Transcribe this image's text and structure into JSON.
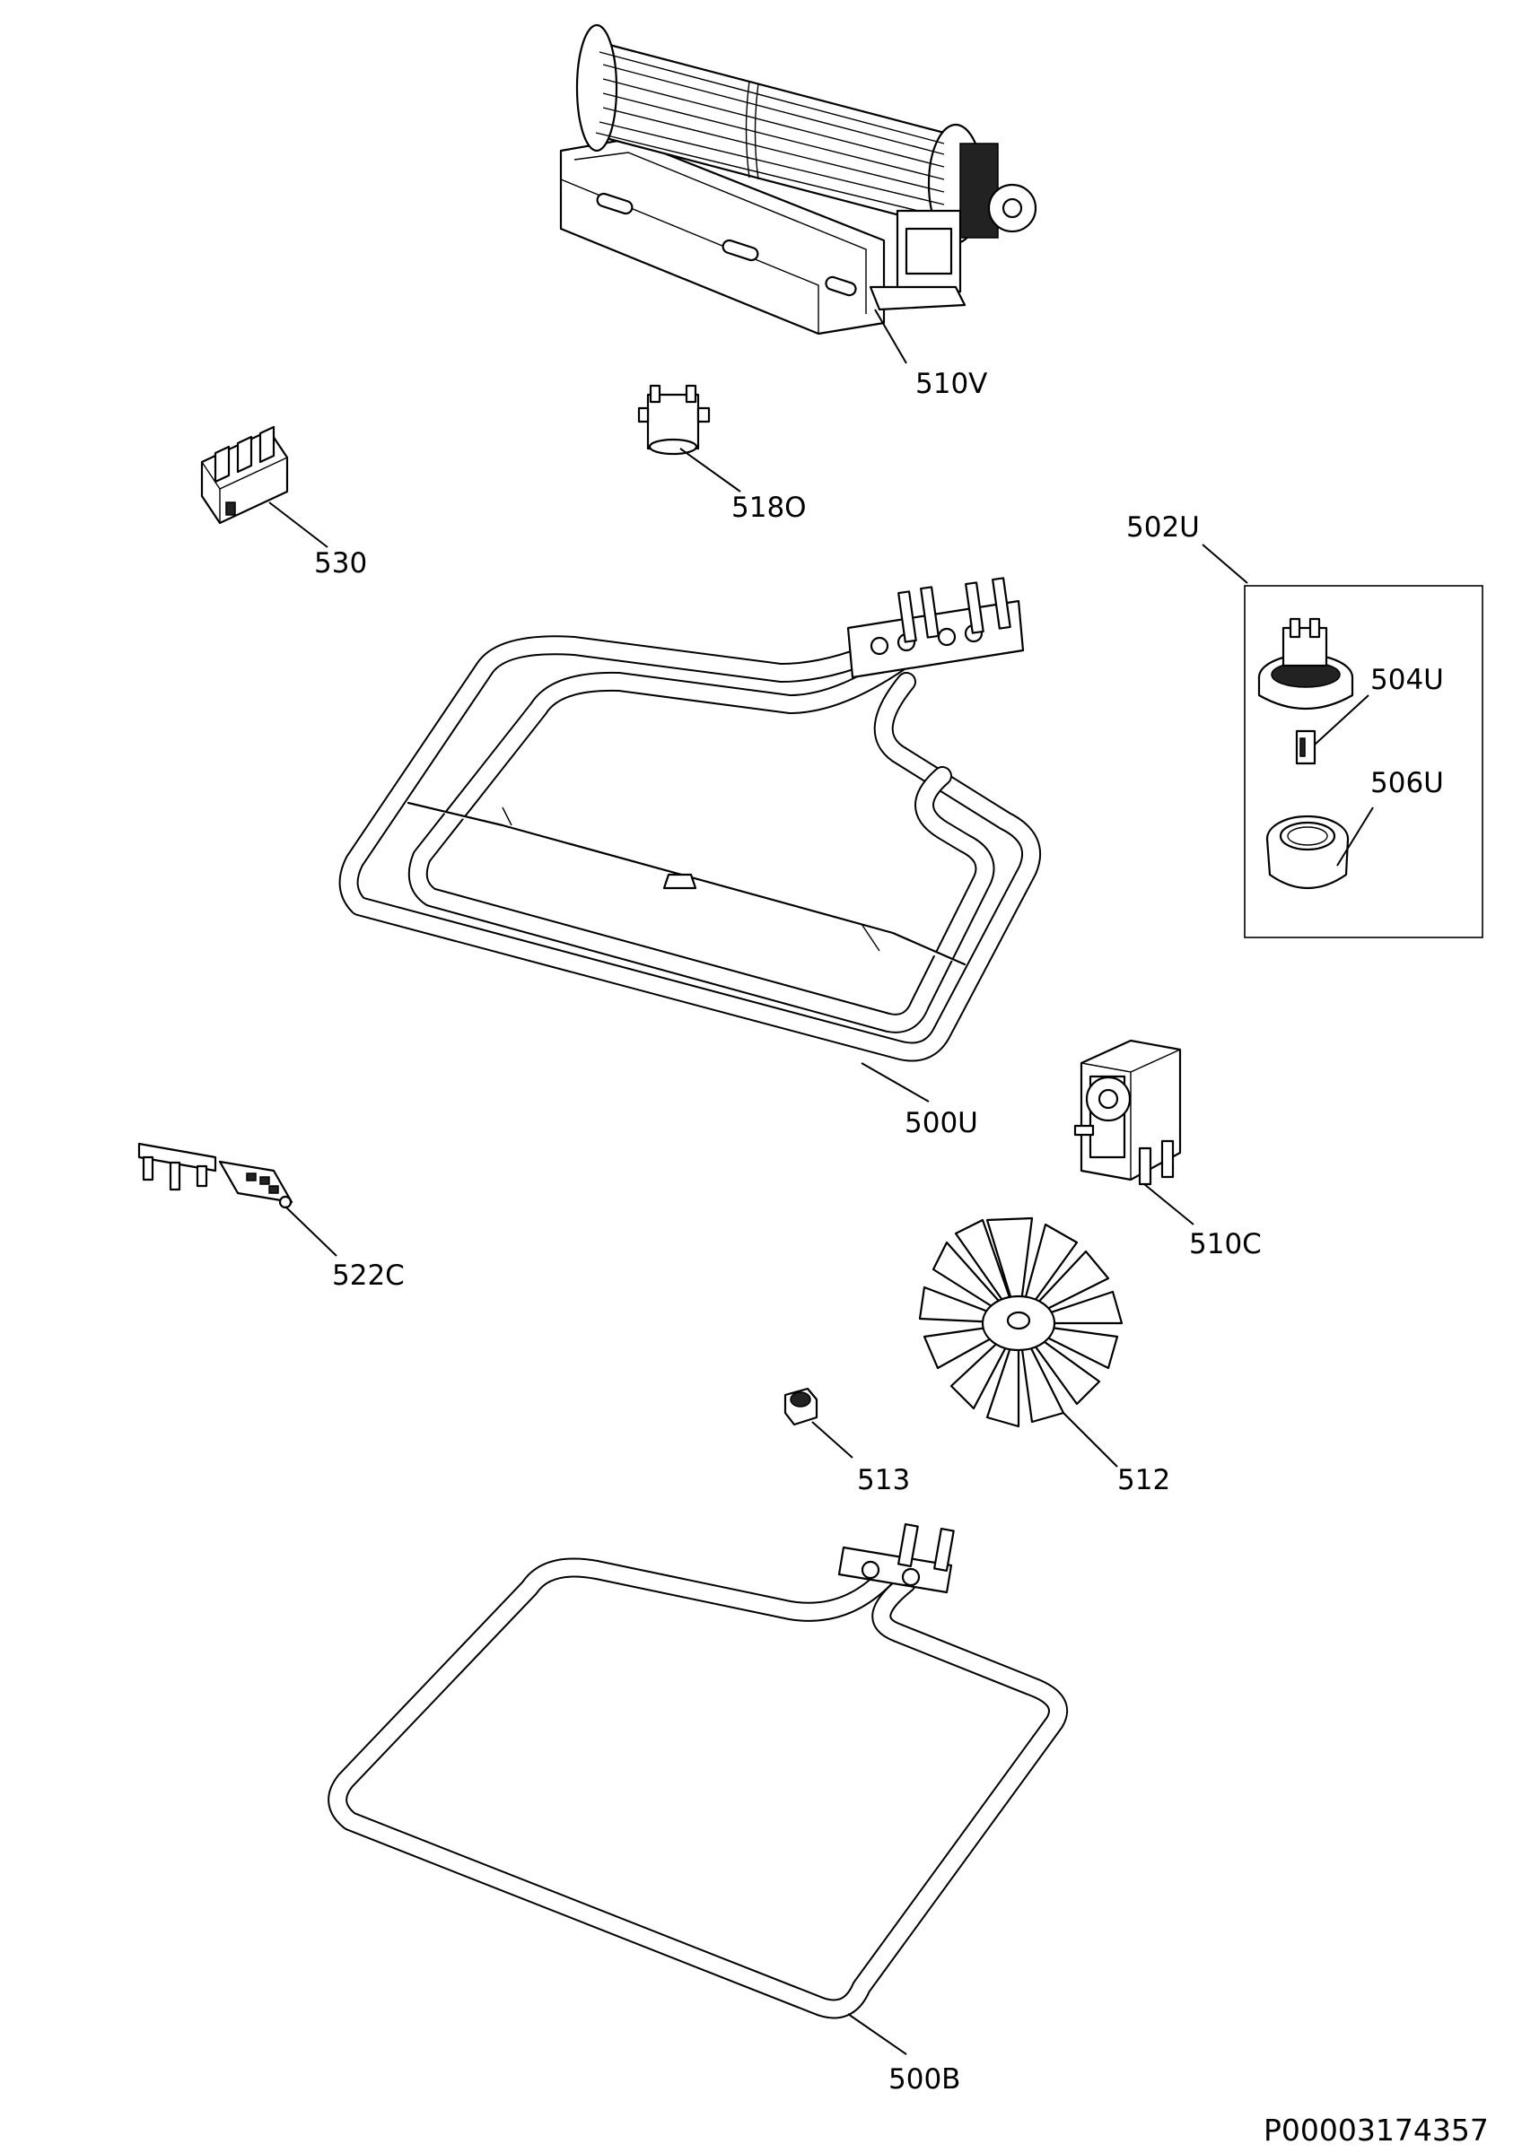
{
  "labels": {
    "p510V": "510V",
    "p518O": "518O",
    "p530": "530",
    "p502U": "502U",
    "p504U": "504U",
    "p506U": "506U",
    "p500U": "500U",
    "p510C": "510C",
    "p522C": "522C",
    "p512": "512",
    "p513": "513",
    "p500B": "500B"
  },
  "document_code": "P00003174357"
}
